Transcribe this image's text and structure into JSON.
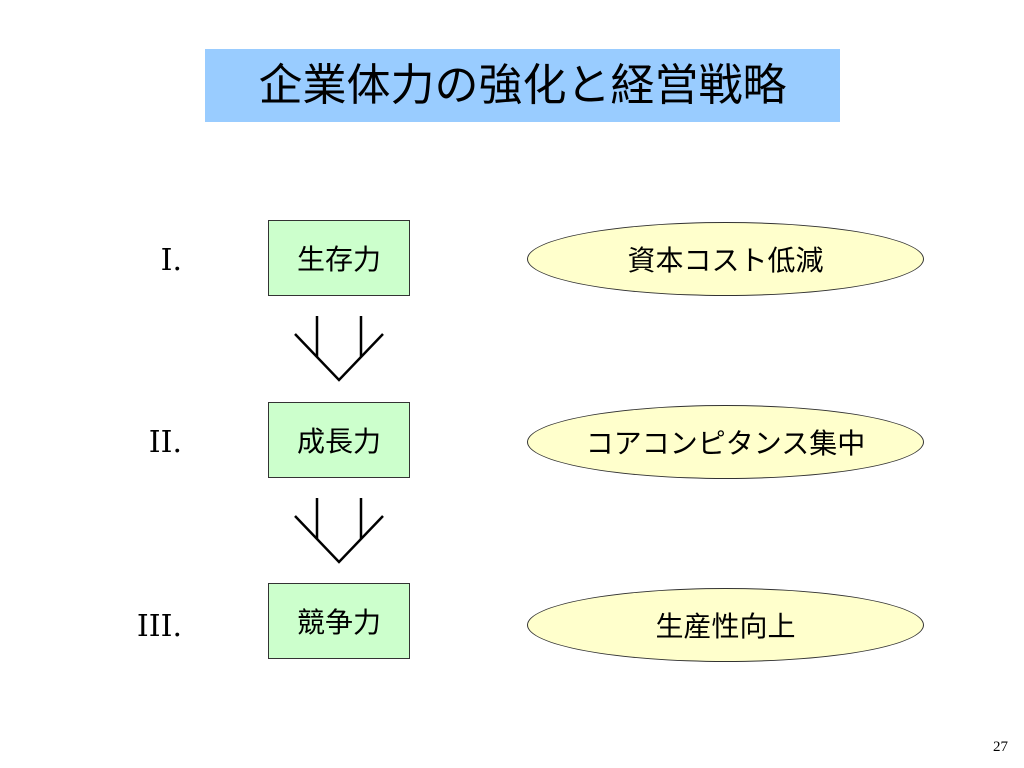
{
  "slide": {
    "title": "企業体力の強化と経営戦略",
    "page_number": "27"
  },
  "rows": [
    {
      "numeral": "I.",
      "stage": "生存力",
      "strategy": "資本コスト低減"
    },
    {
      "numeral": "II.",
      "stage": "成長力",
      "strategy": "コアコンピタンス集中"
    },
    {
      "numeral": "III.",
      "stage": "競争力",
      "strategy": "生産性向上"
    }
  ],
  "colors": {
    "title_background": "#99ccff",
    "stage_box_fill": "#ccffcc",
    "strategy_ellipse_fill": "#ffffcc",
    "outline": "#333333"
  },
  "icons": {
    "flow_arrow": "double-down-arrow-icon"
  }
}
